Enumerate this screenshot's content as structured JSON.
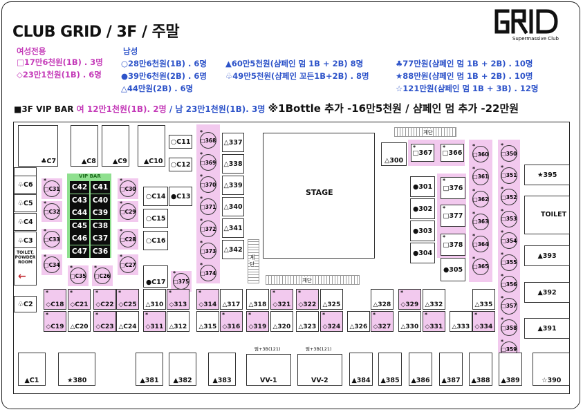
{
  "title": "CLUB GRID / 3F / 주말",
  "logo": {
    "word": "GRID",
    "tagline": "Supermassive Club"
  },
  "legend": {
    "female_header": "여성전용",
    "female_1": "□17만6천원(1B) . 3명",
    "female_2": "◇23만1천원(1B) . 6명",
    "male_header": "남성",
    "male_1": "○28만6천원(1B) . 6명",
    "male_2": "●39만6천원(2B) . 6명",
    "male_3": "△44만원(2B) . 6명",
    "col2_1": "▲60만5천원(샴페인 멈 1B + 2B)  8명",
    "col2_2": "♧49만5천원(샴페인 꼬든1B+2B) . 8명",
    "col3_1": "♣77만원(샴페인 멈 1B + 2B) . 10명",
    "col3_2": "★88만원(샴페인 멈 1B + 2B) . 10명",
    "col3_3": "☆121만원(샴페인 멈 1B + 3B) . 12명",
    "vip_a": "■3F VIP BAR",
    "vip_b": "여 12만1천원(1B). 2명",
    "vip_c": "/ 남 23만1천원(1B). 3명",
    "vip_d": "※1Bottle 추가 -16만5천원 / 샴페인 멈 추가 -22만원"
  },
  "plan": {
    "stage": "STAGE",
    "toilet": "TOILET",
    "toilet_powder": "TOILET, POWDER ROOM",
    "vip_bar": "VIP BAR",
    "stairs": "계단",
    "stairs_v": "계\n단",
    "vv_note": "멈+3B(121)",
    "vip_seats": [
      "C42",
      "C41",
      "C43",
      "C40",
      "C44",
      "C39",
      "C45",
      "C38",
      "C46",
      "C37",
      "C47",
      "C36"
    ],
    "seats": {
      "C7": "♣C7",
      "C8": "▲C8",
      "C9": "▲C9",
      "C10": "▲C10",
      "C11": "○C11",
      "C12": "○C12",
      "C13": "●C13",
      "C14": "○C14",
      "C15": "○C15",
      "C16": "○C16",
      "C17": "●C17",
      "C6": "♧C6",
      "C5": "♧C5",
      "C4": "♧C4",
      "C3": "♧C3",
      "C2": "♧C2",
      "C1": "▲C1",
      "C31": "□C31",
      "C32": "□C32",
      "C33": "□C33",
      "C34": "□C34",
      "C35": "□C35",
      "C26": "□C26",
      "C30": "□C30",
      "C29": "□C29",
      "C28": "□C28",
      "C27": "□C27",
      "C18": "◇C18",
      "C21": "◇C21",
      "C22": "◇C22",
      "C25": "◇C25",
      "C19": "◇C19",
      "C20": "△C20",
      "C23": "◇C23",
      "C24": "△C24",
      "s375": "□375",
      "s368": "□368",
      "s369": "□369",
      "s370": "□370",
      "s371": "□371",
      "s372": "□372",
      "s373": "□373",
      "s374": "□374",
      "s337": "△337",
      "s338": "△338",
      "s339": "△339",
      "s340": "△340",
      "s341": "△341",
      "s342": "△342",
      "s300": "△300",
      "s367": "□367",
      "s366": "□366",
      "s376": "□376",
      "s377": "□377",
      "s378": "□378",
      "s301": "●301",
      "s302": "●302",
      "s303": "●303",
      "s304": "●304",
      "s305": "●305",
      "s360": "□360",
      "s361": "□361",
      "s362": "□362",
      "s363": "□363",
      "s364": "□364",
      "s365": "□365",
      "s350": "□350",
      "s351": "□351",
      "s352": "□352",
      "s353": "□353",
      "s354": "□354",
      "s355": "□355",
      "s356": "□356",
      "s357": "□357",
      "s358": "□358",
      "s359": "□359",
      "s395": "★395",
      "s393": "▲393",
      "s392": "▲392",
      "s391": "▲391",
      "s390": "☆390",
      "s310": "△310",
      "s313": "◇313",
      "s314": "◇314",
      "s317": "△317",
      "s318": "△318",
      "s321": "◇321",
      "s322": "◇322",
      "s325": "△325",
      "s311": "◇311",
      "s312": "△312",
      "s315": "△315",
      "s316": "◇316",
      "s319": "◇319",
      "s320": "△320",
      "s323": "△323",
      "s324": "◇324",
      "s326": "△326",
      "s327": "◇327",
      "s328": "△328",
      "s329": "◇329",
      "s330": "△330",
      "s331": "◇331",
      "s332": "△332",
      "s333": "△333",
      "s334": "◇334",
      "s335": "△335",
      "s380": "★380",
      "s381": "▲381",
      "s382": "▲382",
      "s383": "▲383",
      "vv1": "VV-1",
      "vv2": "VV-2",
      "s384": "▲384",
      "s385": "▲385",
      "s386": "▲386",
      "s387": "▲387",
      "s388": "▲388",
      "s389": "▲389"
    }
  },
  "colors": {
    "pink": "#c43ab8",
    "blue": "#2d53c9",
    "seat_pink": "#f2c9ee",
    "vip_green": "#8fe08f"
  }
}
